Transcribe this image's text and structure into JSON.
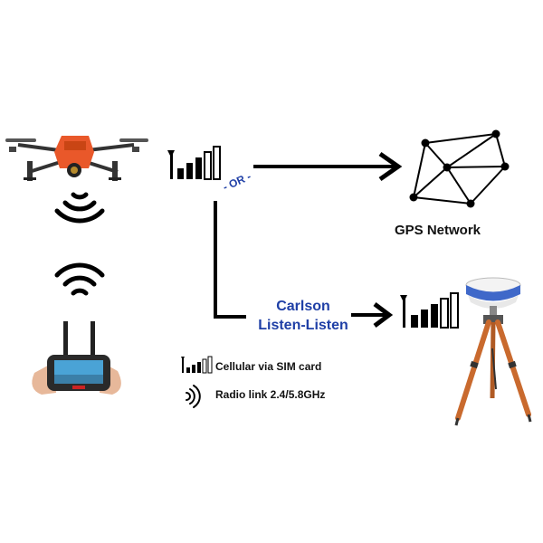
{
  "labels": {
    "gps_network": "GPS Network",
    "carlson_line1": "Carlson",
    "carlson_line2": "Listen-Listen",
    "or_label": "- OR -",
    "legend_cellular": "Cellular via SIM card",
    "legend_radio": "Radio link 2.4/5.8GHz"
  },
  "colors": {
    "carlson_text": "#1f3fa6",
    "or_text": "#1f3fa6",
    "line": "#000000",
    "drone_orange": "#e9582a",
    "tripod_orange": "#c96a2e",
    "receiver_blue": "#3f68c9"
  },
  "icons": {
    "drone": "drone-icon",
    "controller": "remote-controller-icon",
    "gps_network": "network-graph-icon",
    "receiver": "gnss-receiver-tripod-icon",
    "cellular": "cellular-signal-icon",
    "radio": "radio-waves-icon"
  }
}
